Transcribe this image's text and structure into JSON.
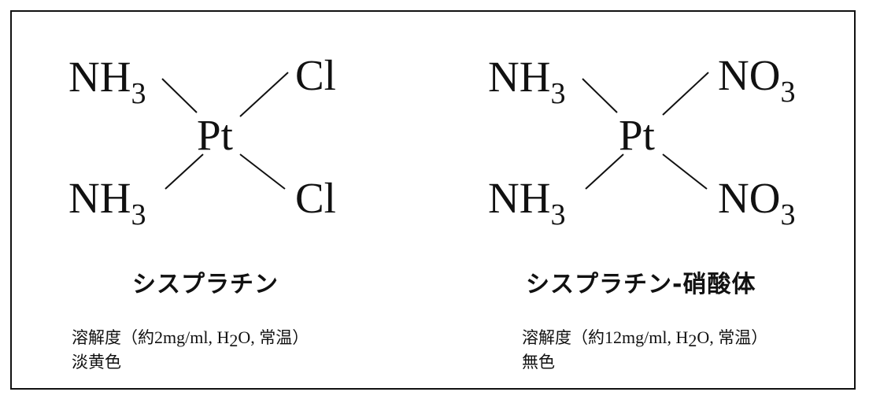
{
  "compounds": [
    {
      "center": "Pt",
      "ligands": {
        "top_left": "NH",
        "top_left_sub": "3",
        "bottom_left": "NH",
        "bottom_left_sub": "3",
        "top_right": "Cl",
        "top_right_sub": "",
        "bottom_right": "Cl",
        "bottom_right_sub": ""
      },
      "name": "シスプラチン",
      "solubility": {
        "prefix": "溶解度（約",
        "amount": "2mg/ml",
        "solvent_pre": ", H",
        "solvent_sub": "2",
        "solvent_post": "O, ",
        "temp": "常温",
        "suffix": "）"
      },
      "color_desc": "淡黄色"
    },
    {
      "center": "Pt",
      "ligands": {
        "top_left": "NH",
        "top_left_sub": "3",
        "bottom_left": "NH",
        "bottom_left_sub": "3",
        "top_right": "NO",
        "top_right_sub": "3",
        "bottom_right": "NO",
        "bottom_right_sub": "3"
      },
      "name": "シスプラチン-硝酸体",
      "solubility": {
        "prefix": "溶解度（約",
        "amount": "12mg/ml",
        "solvent_pre": ", H",
        "solvent_sub": "2",
        "solvent_post": "O, ",
        "temp": "常温",
        "suffix": "）"
      },
      "color_desc": "無色"
    }
  ]
}
